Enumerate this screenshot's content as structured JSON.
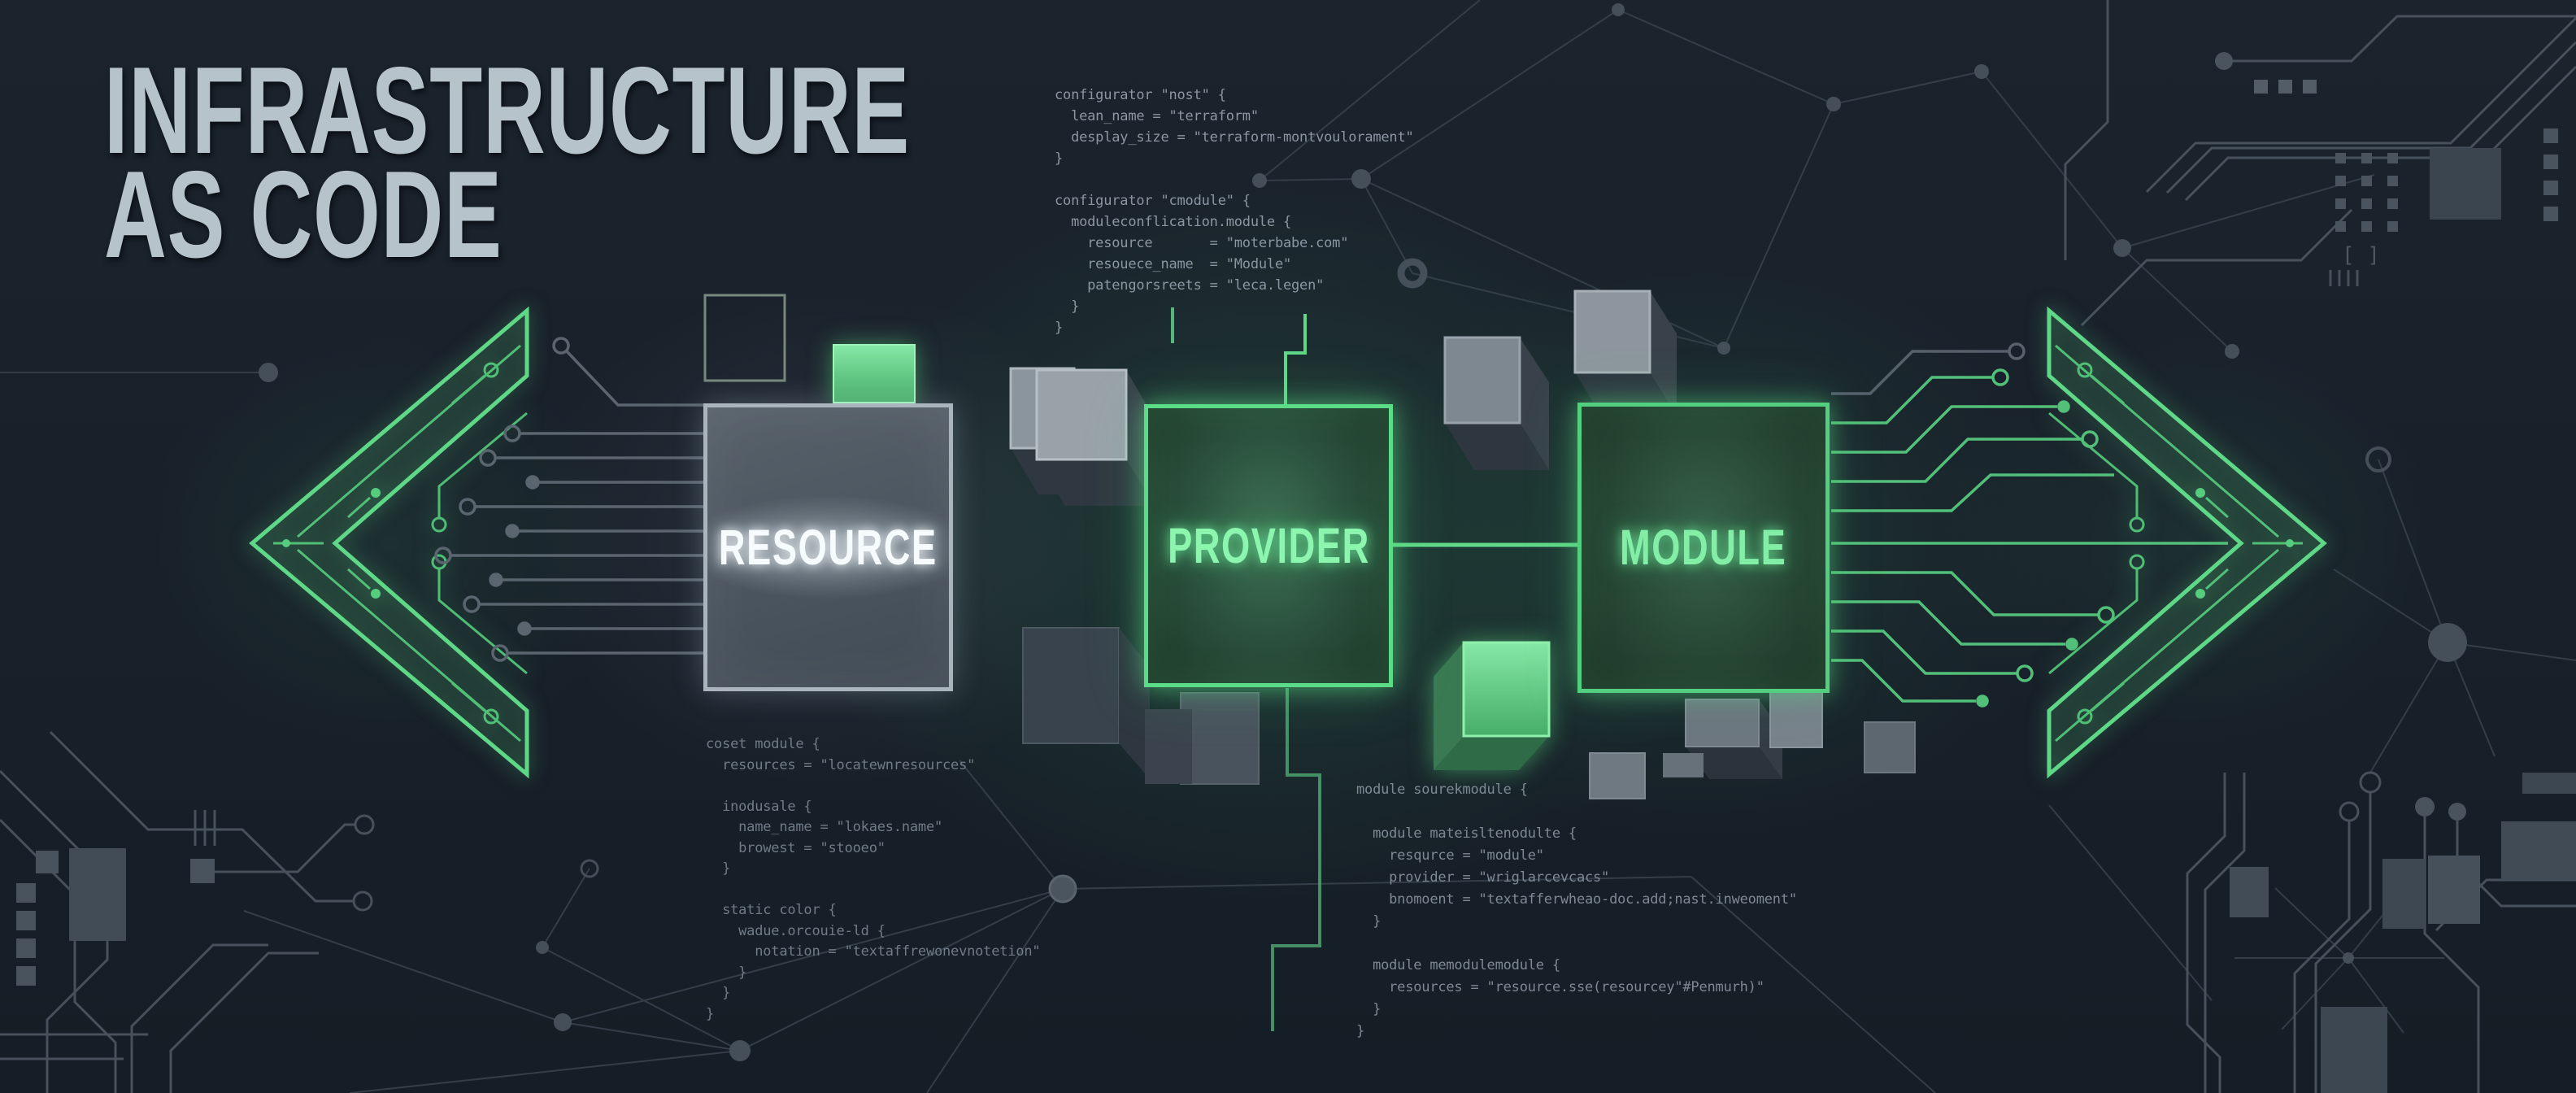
{
  "title": {
    "line1": "INFRASTRUCTURE",
    "line2": "AS CODE"
  },
  "flow": {
    "boxes": [
      {
        "id": "resource",
        "label": "RESOURCE"
      },
      {
        "id": "provider",
        "label": "PROVIDER"
      },
      {
        "id": "module",
        "label": "MODULE"
      }
    ]
  },
  "code_blocks": {
    "top": {
      "lines": [
        "configurator \"nost\" {",
        "  lean_name = \"terraform\"",
        "  desplay_size = \"terraform-montvoulorament\"",
        "}",
        "",
        "configurator \"cmodule\" {",
        "  moduleconflication.module {",
        "    resource       = \"moterbabe.com\"",
        "    resouece_name  = \"Module\"",
        "    patengorsreets = \"leca.legen\"",
        "  }",
        "}"
      ]
    },
    "bottom_left": {
      "lines": [
        "coset module {",
        "  resources = \"locatewnresources\"",
        "",
        "  inodusale {",
        "    name_name = \"lokaes.name\"",
        "    browest = \"stooeo\"",
        "  }",
        "",
        "  static color {",
        "    wadue.orcouie-ld {",
        "      notation = \"textaffrewonevnotetion\"",
        "    }",
        "  }",
        "}"
      ]
    },
    "bottom_right": {
      "lines": [
        "module sourekmodule {",
        "",
        "  module mateisltenodulte {",
        "    resqurce = \"module\"",
        "    provider = \"wriglarcevcacs\"",
        "    bnomoent = \"textafferwheao-doc.add;nast.inweoment\"",
        "  }",
        "",
        "  module memodulemodule {",
        "    resources = \"resource.sse(resourcey\"#Penmurh)\"",
        "  }",
        "}"
      ]
    }
  },
  "decor": {
    "bracket_mark": "[ ]"
  },
  "colors": {
    "background": "#18202a",
    "accent_green": "#5fd887",
    "green_cube": "#55c878",
    "title_gray": "#b7c3cb",
    "box_gray_border": "#a9b4bc",
    "code_text_top": "#8a96a2",
    "code_text_bottom": "#6f7c88",
    "trace_gray": "#49545f",
    "resource_text": "#f6fbfd",
    "provider_text": "#8cf5ae",
    "module_text": "#83eea5"
  }
}
